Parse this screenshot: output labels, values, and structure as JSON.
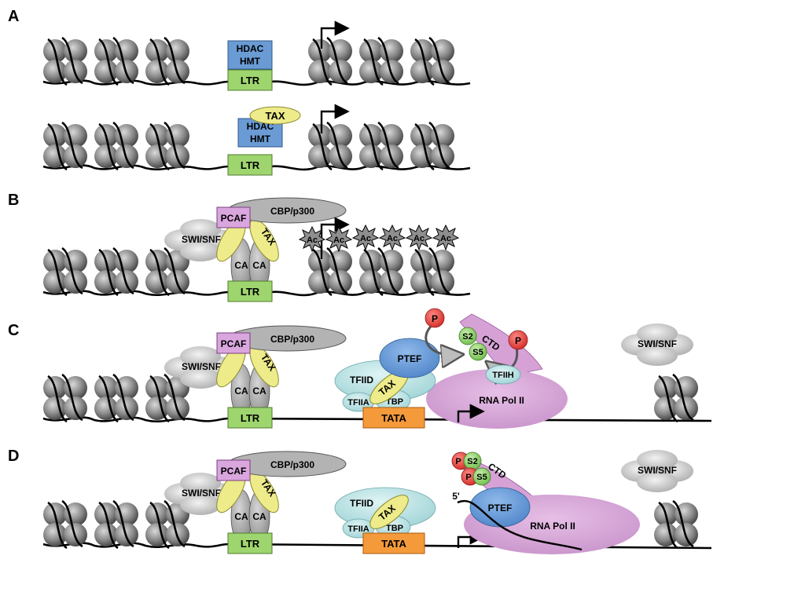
{
  "panels": [
    {
      "letter": "A"
    },
    {
      "letter": "B"
    },
    {
      "letter": "C"
    },
    {
      "letter": "D"
    }
  ],
  "labels": {
    "hdac": "HDAC",
    "hmt": "HMT",
    "ltr": "LTR",
    "tax": "TAX",
    "pcaf": "PCAF",
    "cbp": "CBP/p300",
    "swisnf": "SWI/SNF",
    "ca": "CA",
    "ac": "Ac",
    "p": "P",
    "s2": "S2",
    "s5": "S5",
    "ctd": "CTD",
    "ptef": "PTEF",
    "tfiih": "TFIIH",
    "tfiid": "TFIID",
    "tfiia": "TFIIA",
    "tbp": "TBP",
    "tata": "TATA",
    "rnapol": "RNA Pol II",
    "five_prime": "5'"
  },
  "colors": {
    "hdac_box": "#6a9bd4",
    "ltr_box": "#9ed56e",
    "tax": "#eeeb8a",
    "pcaf": "#d9a6dd",
    "cbp": "#b3b3b3",
    "swisnf": "#d6d6d6",
    "tfii": "#b6e3e3",
    "ptef": "#6a9bd4",
    "tata": "#f59a3a",
    "rnapol": "#d6a2d6",
    "phospho": "#e8413c",
    "serine": "#8ccf6a",
    "nucleosome": "#8a8a8a"
  }
}
